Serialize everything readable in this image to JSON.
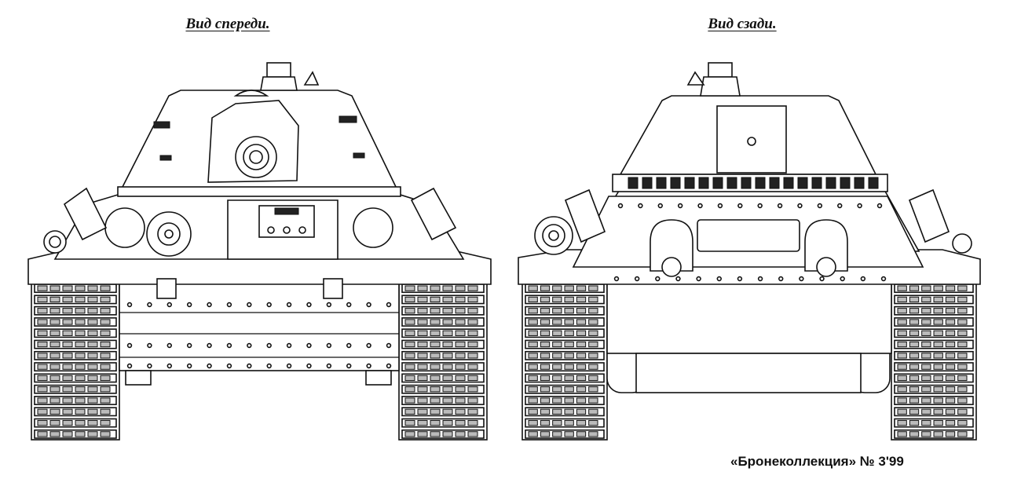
{
  "captions": {
    "front": "Вид спереди.",
    "rear": "Вид сзади."
  },
  "credit": "«Бронеколлекция» № 3'99",
  "colors": {
    "ink": "#111111",
    "paper": "#ffffff"
  }
}
